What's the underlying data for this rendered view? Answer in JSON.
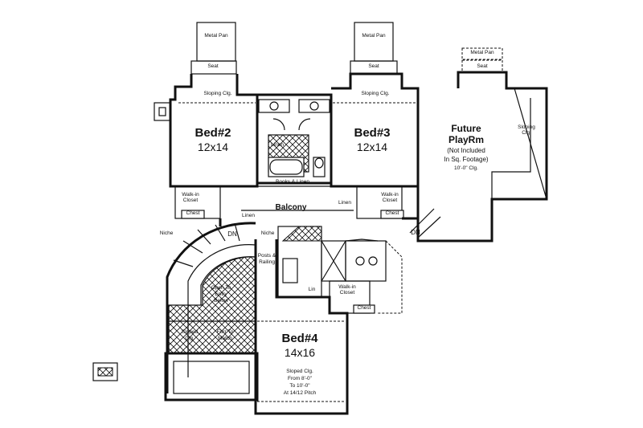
{
  "labels": {
    "metal_pan_left": "Metal Pan",
    "metal_pan_mid": "Metal Pan",
    "metal_pan_right": "Metal Pan",
    "seat_left": "Seat",
    "seat_mid": "Seat",
    "seat_right": "Seat",
    "sloping_clg_left": "Sloping Clg.",
    "sloping_clg_mid": "Sloping Clg.",
    "sloping_clg_right": "Sloping Clg.",
    "bed2_name": "Bed#2",
    "bed2_size": "12x14",
    "bed3_name": "Bed#3",
    "bed3_size": "12x14",
    "bed4_name": "Bed#4",
    "bed4_size": "14x16",
    "linen_bath": "Linen",
    "books_linen": "Books & Linen",
    "future_1": "Future",
    "future_2": "PlayRm",
    "future_3": "(Not Included",
    "future_4": "In Sq. Footage)",
    "future_5": "10'-0\" Clg.",
    "walkin_left": "Walk-in Closet",
    "chest_left": "Chest",
    "walkin_mid": "Walk-in Closet",
    "chest_mid": "Chest",
    "linen_mid": "Linen",
    "linen_left": "Linen",
    "balcony": "Balcony",
    "niche_left": "Niche",
    "niche_mid": "Niche",
    "dn_left": "DN",
    "dn_right": "DN",
    "posts_1": "Posts &",
    "posts_2": "Railing",
    "open_1": "Open To",
    "open_2": "Entry",
    "open_3": "Below",
    "sloped_left_1": "Sloped",
    "sloped_left_2": "Clg.",
    "furr_1": "Furr To",
    "furr_2": "Match",
    "lin_small": "Lin",
    "walkin_bed4": "Walk-in Closet",
    "chest_bed4": "Chest",
    "bed4_clg_1": "Sloped Clg.",
    "bed4_clg_2": "From 8'-0\"",
    "bed4_clg_3": "To 10'-0\"",
    "bed4_clg_4": "At 14/12 Pitch"
  }
}
